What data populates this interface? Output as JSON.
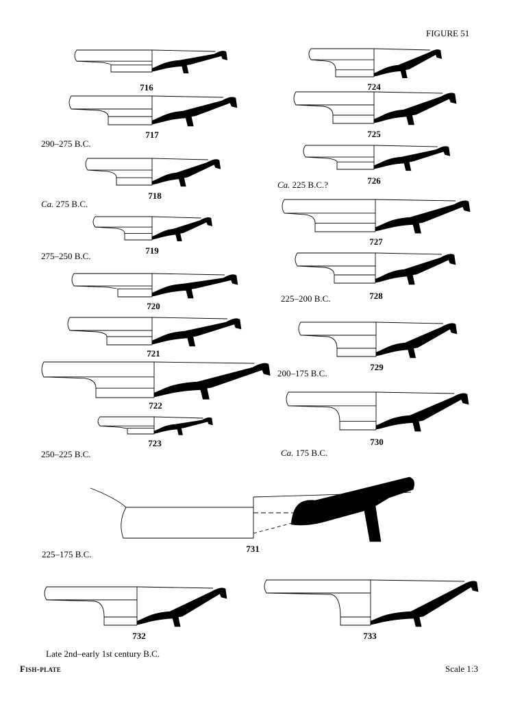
{
  "figure_label": "FIGURE 51",
  "footer": {
    "left": "Fish-plate",
    "right": "Scale 1:3"
  },
  "catalog_numbers": [
    "716",
    "717",
    "718",
    "719",
    "720",
    "721",
    "722",
    "723",
    "724",
    "725",
    "726",
    "727",
    "728",
    "729",
    "730",
    "731",
    "732",
    "733"
  ],
  "date_labels": {
    "d717": "290–275 B.C.",
    "d718_prefix": "Ca.",
    "d718": " 275 B.C.",
    "d719": "275–250 B.C.",
    "d723": "250–225 B.C.",
    "d726_prefix": "Ca.",
    "d726": " 225 B.C.?",
    "d728": "225–200 B.C.",
    "d729": "200–175 B.C.",
    "d730_prefix": "Ca.",
    "d730": " 175 B.C.",
    "d731": "225–175 B.C.",
    "d732": "Late 2nd–early 1st century B.C."
  }
}
